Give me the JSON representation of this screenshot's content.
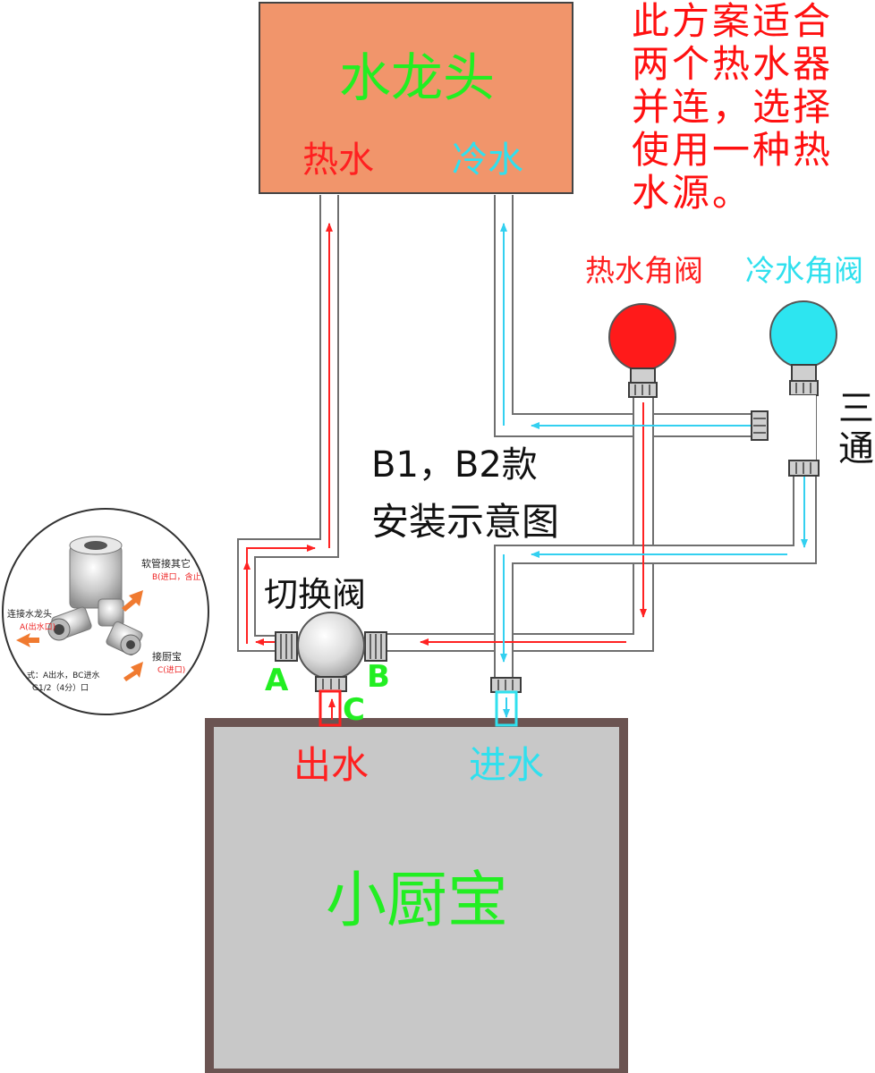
{
  "faucet": {
    "label": "水龙头",
    "hot_label": "热水",
    "cold_label": "冷水"
  },
  "note": {
    "lines": [
      "此方案适合",
      "两个热水器",
      "并连，选择",
      "使用一种热",
      "水源。"
    ]
  },
  "valves": {
    "hot_label": "热水角阀",
    "cold_label": "冷水角阀"
  },
  "tee": {
    "label_lines": [
      "三",
      "通"
    ]
  },
  "model": {
    "line1": "B1，B2款",
    "line2": "安装示意图"
  },
  "switch_valve": {
    "label": "切换阀",
    "port_a": "A",
    "port_b": "B",
    "port_c": "C"
  },
  "heater": {
    "label": "小厨宝",
    "outlet_label": "出水",
    "inlet_label": "进水"
  },
  "photo_inset": {
    "label_top": "软管接其它",
    "label_top_sub": "B(进口，含止",
    "label_left": "连接水龙头",
    "label_left_sub": "A(出水口)",
    "label_right": "接厨宝",
    "label_right_sub": "C(进口)",
    "label_bottom1": "式：A出水，BC进水",
    "label_bottom2": "G1/2（4分）口"
  },
  "colors": {
    "faucet_box": "#f1956b",
    "heater_box": "#c8c8c8",
    "heater_border": "#6b5452",
    "hot": "#ff2020",
    "cold": "#30e0ee",
    "green": "#22ee22",
    "note_red": "#ff1010"
  }
}
